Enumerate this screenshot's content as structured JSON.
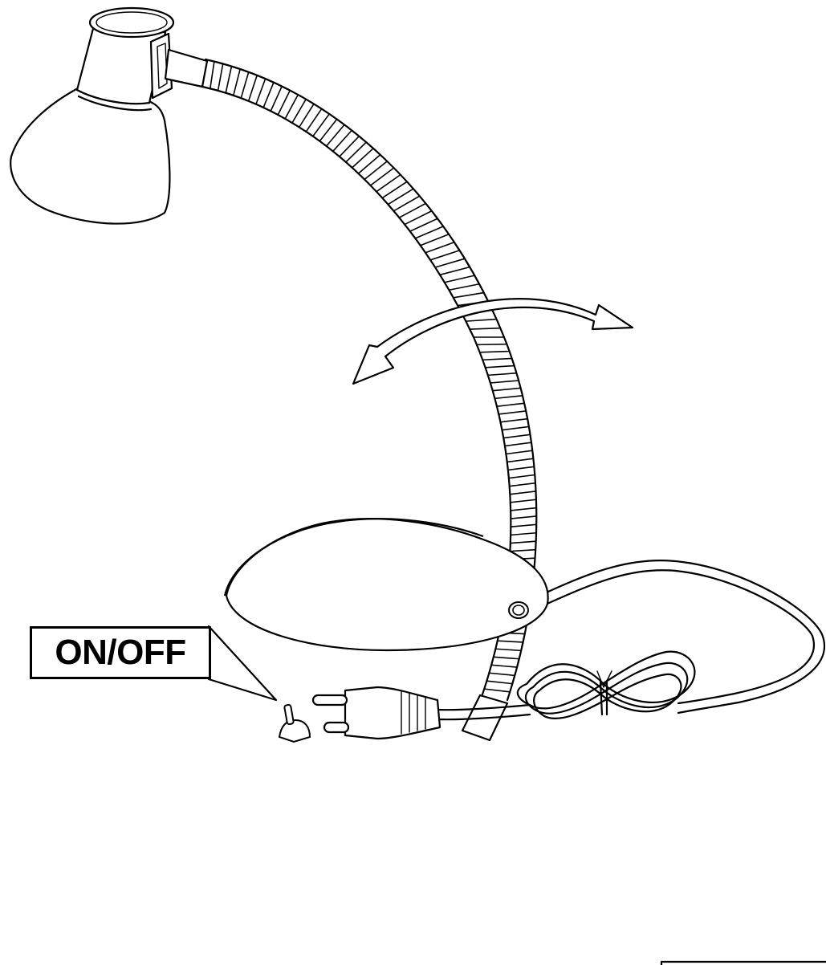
{
  "labels": {
    "switch": "ON/OFF"
  },
  "colors": {
    "ink": "#000000",
    "paper": "#ffffff"
  },
  "parts": [
    "lamp-shade",
    "gooseneck-arm",
    "rotation-arrow",
    "switch-callout",
    "base",
    "power-cord",
    "plug"
  ]
}
